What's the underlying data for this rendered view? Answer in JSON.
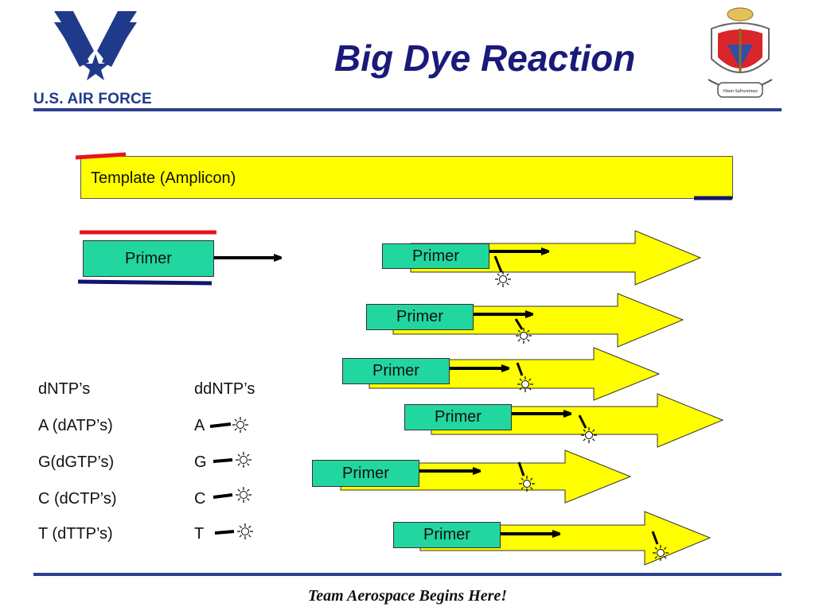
{
  "slide": {
    "title": "Big Dye Reaction",
    "logo_text": "U.S. AIR FORCE",
    "crest_motto": "Vitam Subvenimus",
    "footer": "Team Aerospace Begins Here!"
  },
  "diagram": {
    "template_label": "Template (Amplicon)",
    "primer_label": "Primer",
    "extension_primers": [
      "Primer",
      "Primer",
      "Primer",
      "Primer",
      "Primer",
      "Primer"
    ]
  },
  "legend": {
    "dntp_header": "dNTP’s",
    "ddntp_header": "ddNTP’s",
    "dntps": [
      "A (dATP’s)",
      "G(dGTP’s)",
      "C (dCTP’s)",
      "T (dTTP’s)"
    ],
    "ddntps": [
      "A",
      "G",
      "C",
      "T"
    ]
  },
  "colors": {
    "title": "#1a1a7a",
    "rule": "#2c3f8f",
    "template_fill": "#ffff00",
    "primer_fill": "#22d6a0",
    "forward_strand": "#e8141e",
    "reverse_strand": "#14146e",
    "dye_star": "#ffffff"
  },
  "icons": [
    "usaf-wings-logo",
    "medical-service-crest",
    "dye-star-icon"
  ]
}
